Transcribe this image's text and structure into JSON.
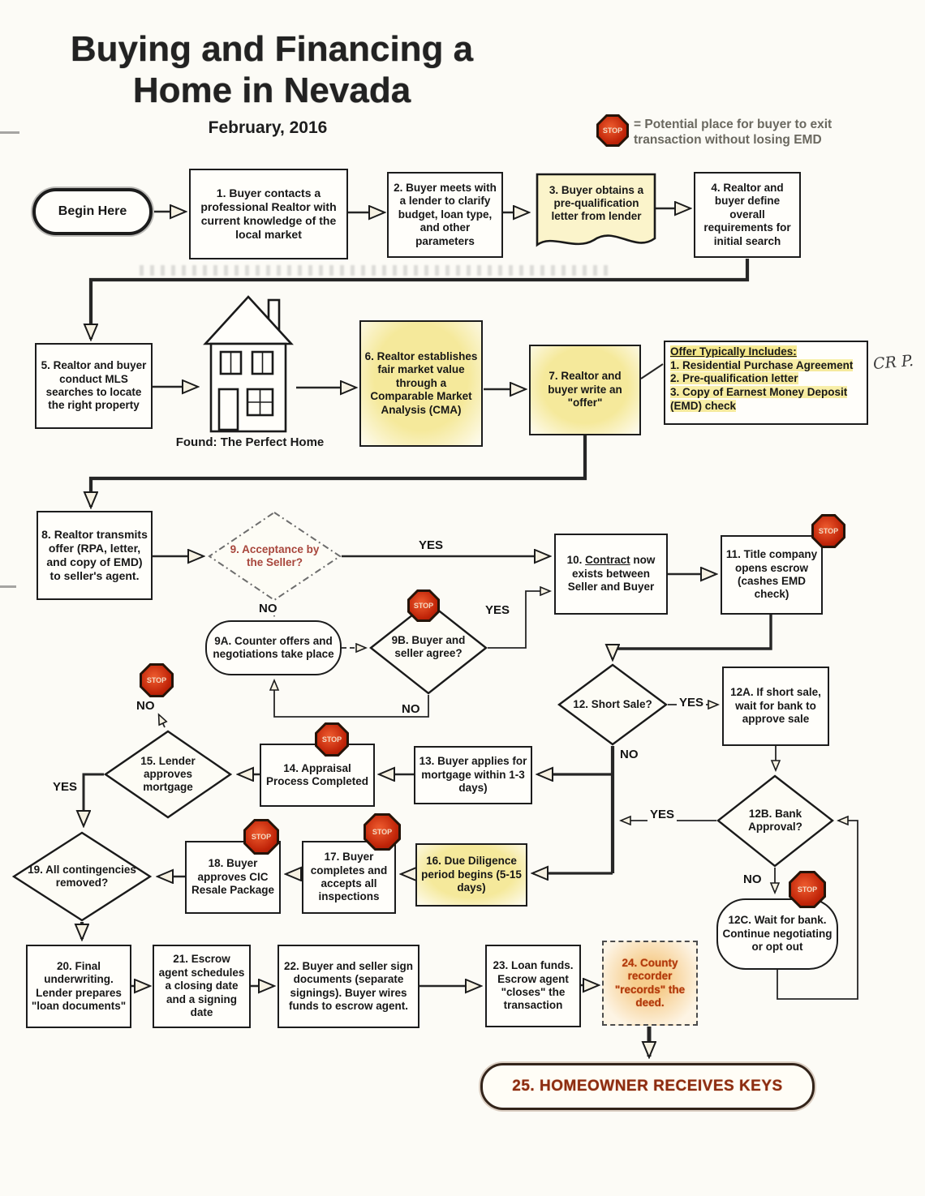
{
  "title": {
    "line1": "Buying and Financing a",
    "line2": "Home in Nevada",
    "date": "February, 2016"
  },
  "legend": {
    "stop": "STOP",
    "text": "= Potential place for buyer to exit transaction without losing EMD"
  },
  "labels": {
    "yes": "YES",
    "no": "NO"
  },
  "house_caption": "Found: The Perfect Home",
  "handwritten_note": "CR P.",
  "offer_box": {
    "heading": "Offer Typically Includes:",
    "items": [
      "1.  Residential Purchase Agreement",
      "2.  Pre-qualification letter",
      "3.  Copy of Earnest Money Deposit (EMD) check"
    ]
  },
  "nodes": {
    "begin": "Begin Here",
    "step1": "1. Buyer contacts a professional Realtor with current knowledge of the local market",
    "step2": "2. Buyer meets with a lender to clarify budget, loan type, and other parameters",
    "step3": "3. Buyer obtains a pre-qualification letter from lender",
    "step4": "4. Realtor and buyer define overall requirements for initial search",
    "step5": "5. Realtor and buyer conduct MLS searches to locate the right property",
    "step6": "6. Realtor establishes fair market value through a Comparable Market Analysis (CMA)",
    "step7": "7. Realtor and buyer write an \"offer\"",
    "step8": "8.  Realtor transmits offer (RPA, letter, and copy of EMD) to seller's agent.",
    "step9": "9. Acceptance by the Seller?",
    "step9a": "9A. Counter offers and negotiations take place",
    "step9b": "9B. Buyer and seller agree?",
    "step10_prefix": "10. ",
    "step10_underlined": "Contract",
    "step10_suffix": " now exists between Seller and Buyer",
    "step11": "11. Title company opens escrow (cashes EMD check)",
    "step12": "12. Short Sale?",
    "step12a": "12A. If short sale, wait for bank to approve sale",
    "step12b": "12B. Bank Approval?",
    "step12c": "12C. Wait for bank. Continue negotiating or opt out",
    "step13": "13. Buyer applies for mortgage within 1-3 days)",
    "step14": "14. Appraisal Process Completed",
    "step15": "15. Lender approves mortgage",
    "step16": "16. Due Diligence period begins (5-15 days)",
    "step17": "17. Buyer completes and accepts all inspections",
    "step18": "18.  Buyer approves CIC Resale Package",
    "step19": "19. All contingencies removed?",
    "step20": "20. Final underwriting. Lender prepares \"loan documents\"",
    "step21": "21. Escrow agent schedules a closing date and a signing date",
    "step22": "22. Buyer and seller sign documents (separate signings).  Buyer wires funds to escrow agent.",
    "step23": "23. Loan funds. Escrow agent \"closes\" the transaction",
    "step24": "24. County recorder \"records\" the deed.",
    "step25": "25. HOMEOWNER RECEIVES KEYS"
  },
  "colors": {
    "highlight": "#f5e99b",
    "stop_red": "#c02408",
    "acceptance_text": "#a8463c",
    "deed_text": "#b03a0c",
    "keys_text": "#8c2d12"
  }
}
